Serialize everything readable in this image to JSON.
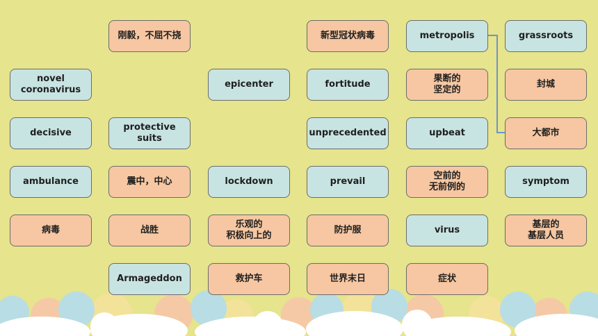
{
  "colors": {
    "background": "#e6e48c",
    "blue_card": "#c8e4e2",
    "orange_card": "#f6c7a2",
    "connector": "#6e93c9"
  },
  "cards": {
    "c_novel": {
      "text": "novel\ncoronavirus",
      "color": "blue"
    },
    "c_decisive": {
      "text": "decisive",
      "color": "blue"
    },
    "c_ambulance": {
      "text": "ambulance",
      "color": "blue"
    },
    "c_bingdu": {
      "text": "病毒",
      "color": "orange"
    },
    "c_ganyi": {
      "text": "刚毅，不屈不挠",
      "color": "orange"
    },
    "c_protective": {
      "text": "protective\nsuits",
      "color": "blue"
    },
    "c_zhenzhong": {
      "text": "震中，中心",
      "color": "orange"
    },
    "c_zhansheng": {
      "text": "战胜",
      "color": "orange"
    },
    "c_armageddon": {
      "text": "Armageddon",
      "color": "blue"
    },
    "c_epicenter": {
      "text": "epicenter",
      "color": "blue"
    },
    "c_lockdown": {
      "text": "lockdown",
      "color": "blue"
    },
    "c_leguan": {
      "text": "乐观的\n积极向上的",
      "color": "orange"
    },
    "c_jiuhuche": {
      "text": "救护车",
      "color": "orange"
    },
    "c_xinxing": {
      "text": "新型冠状病毒",
      "color": "orange"
    },
    "c_fortitude": {
      "text": "fortitude",
      "color": "blue"
    },
    "c_unprecedented": {
      "text": "unprecedented",
      "color": "blue"
    },
    "c_prevail": {
      "text": "prevail",
      "color": "blue"
    },
    "c_fanghufu": {
      "text": "防护服",
      "color": "orange"
    },
    "c_shijiemori": {
      "text": "世界末日",
      "color": "orange"
    },
    "c_metropolis": {
      "text": "metropolis",
      "color": "blue"
    },
    "c_guoduan": {
      "text": "果断的\n坚定的",
      "color": "orange"
    },
    "c_upbeat": {
      "text": "upbeat",
      "color": "blue"
    },
    "c_kongqian": {
      "text": "空前的\n无前例的",
      "color": "orange"
    },
    "c_virus": {
      "text": "virus",
      "color": "blue"
    },
    "c_zhengzhuang": {
      "text": "症状",
      "color": "orange"
    },
    "c_grassroots": {
      "text": "grassroots",
      "color": "blue"
    },
    "c_fengcheng": {
      "text": "封城",
      "color": "orange"
    },
    "c_dadushi": {
      "text": "大都市",
      "color": "orange"
    },
    "c_symptom": {
      "text": "symptom",
      "color": "blue"
    },
    "c_jiceng": {
      "text": "基层的\n基层人员",
      "color": "orange"
    }
  }
}
